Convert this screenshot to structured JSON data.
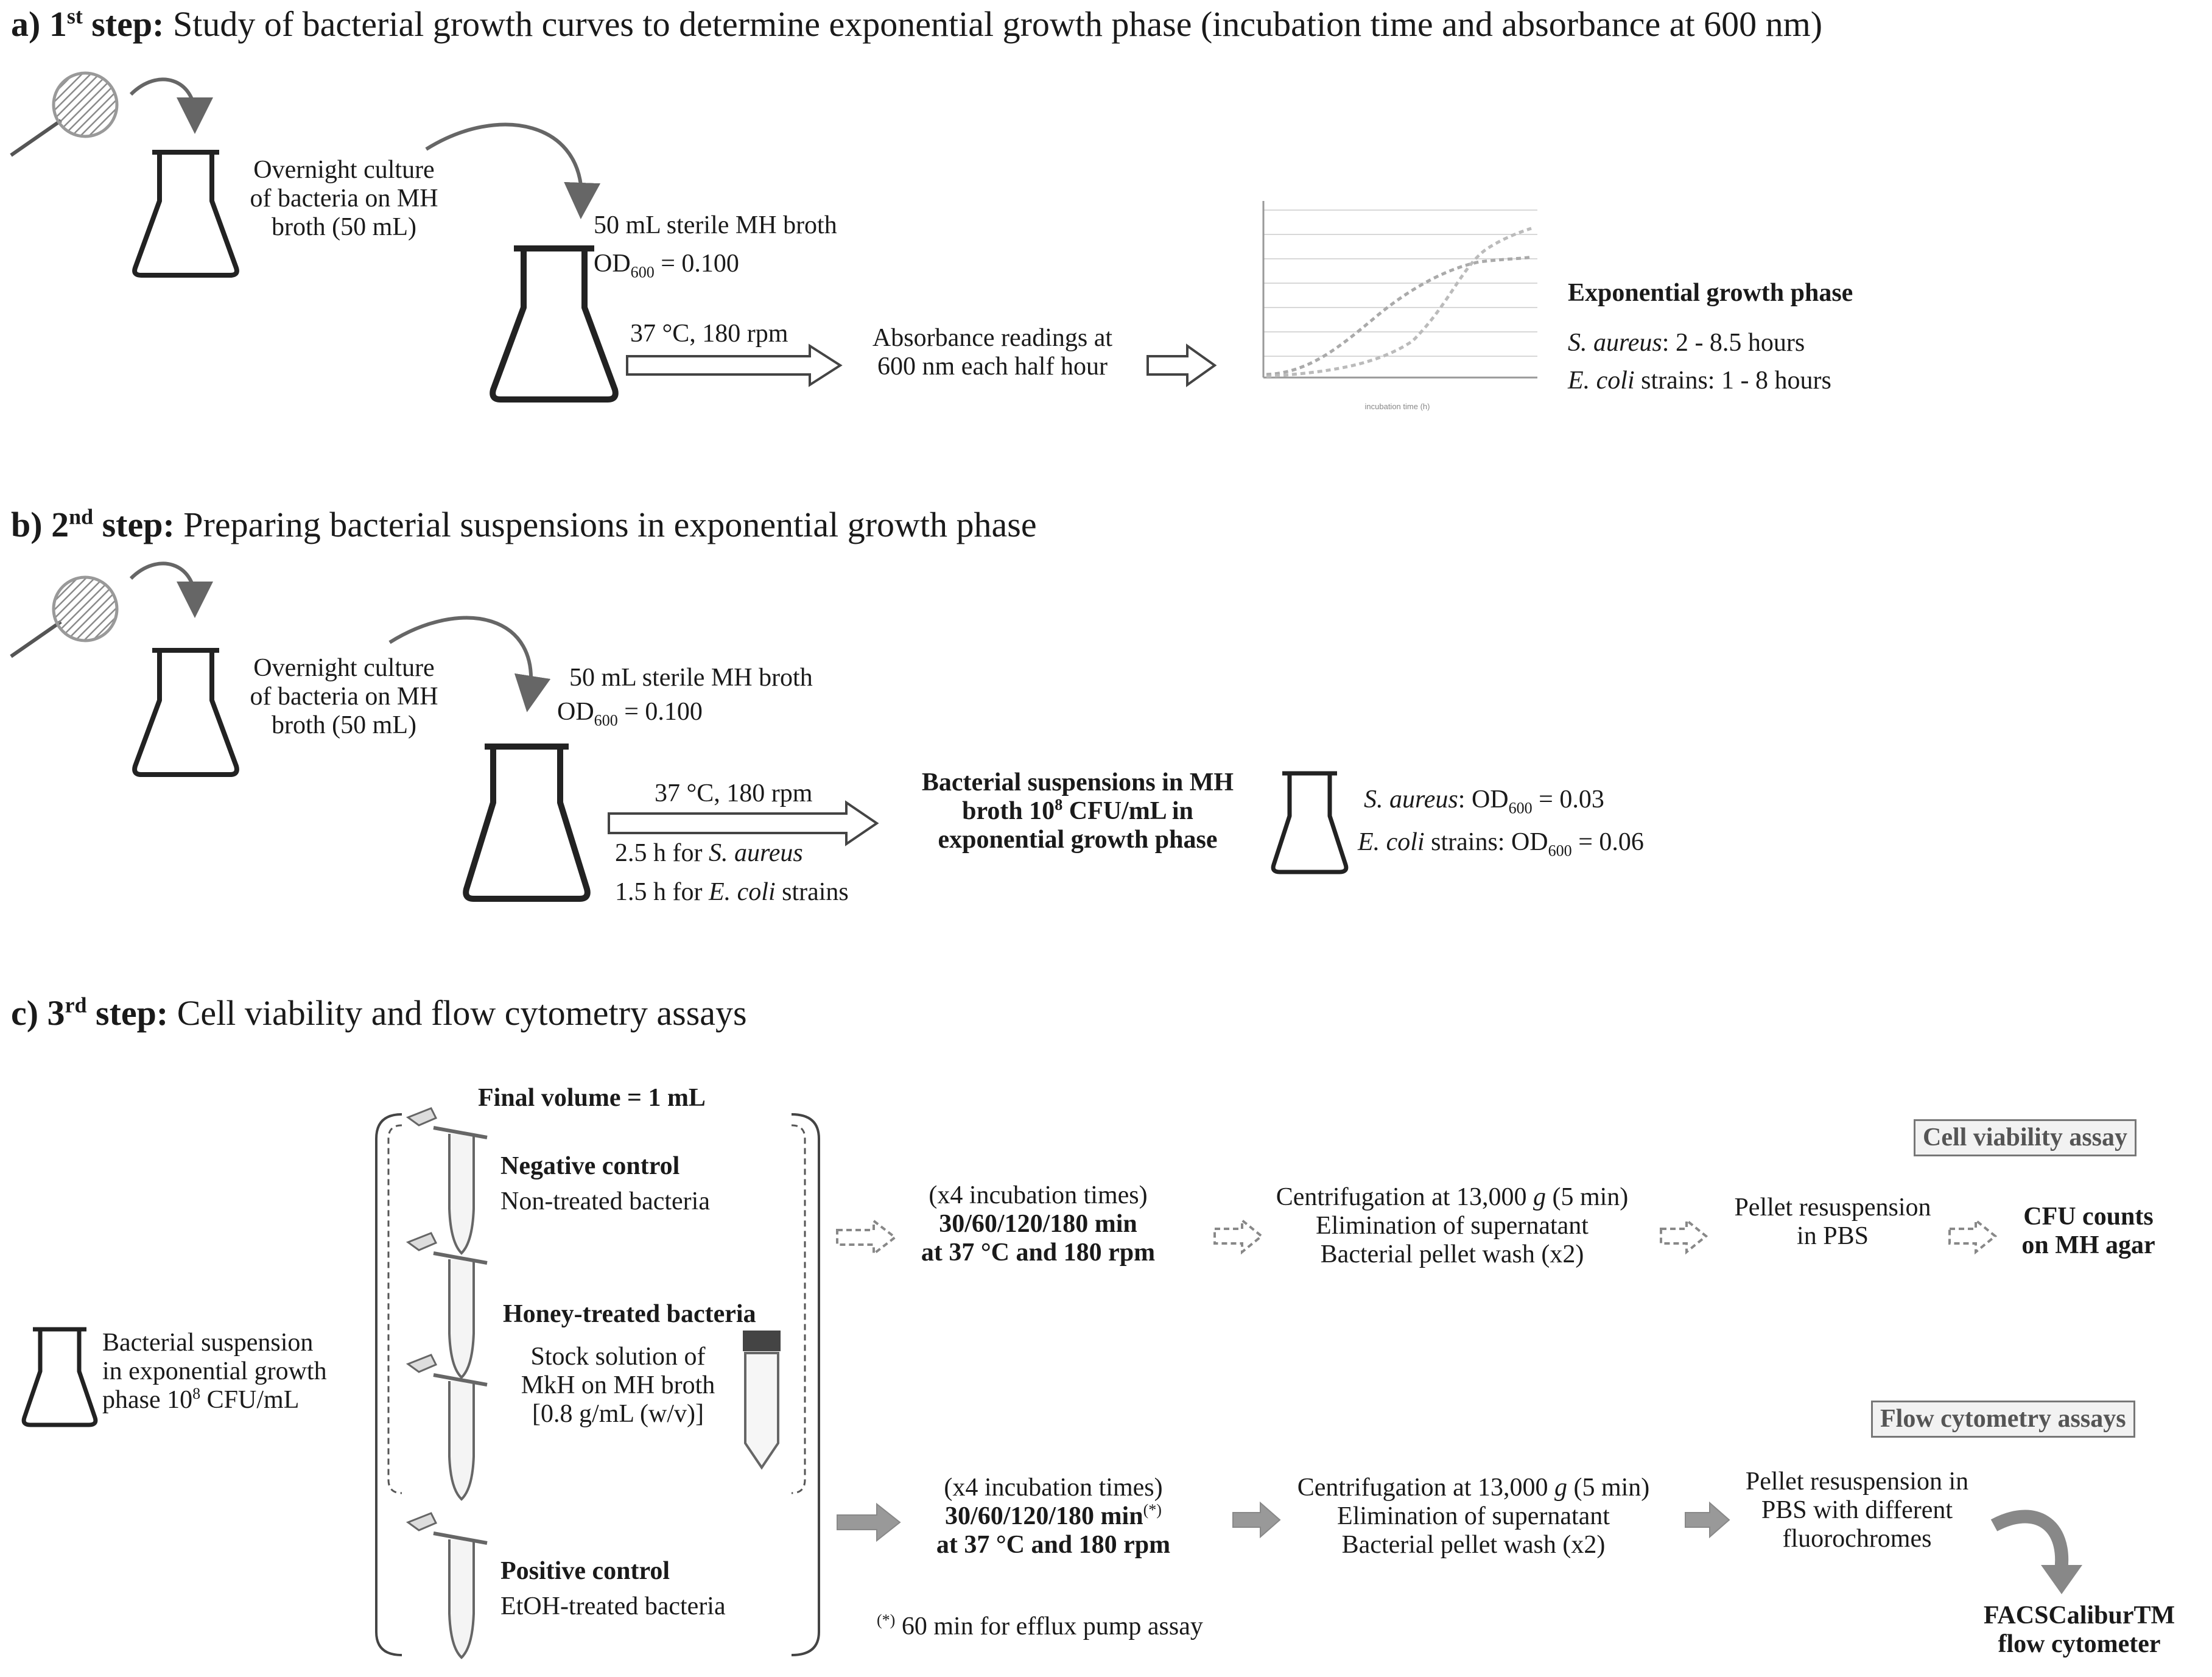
{
  "step_a": {
    "prefix": "a) 1",
    "sup": "st",
    "bold_tail": " step:",
    "rest": " Study of bacterial growth curves to determine exponential growth phase (incubation time and absorbance at 600 nm)",
    "overnight": [
      "Overnight culture",
      "of bacteria on MH",
      "broth (50 mL)"
    ],
    "sterile": "50 mL sterile MH broth",
    "od_pre": "OD",
    "od_sub": "600",
    "od_val": " = 0.100",
    "cond": "37 °C, 180 rpm",
    "readings": [
      "Absorbance readings at",
      "600 nm each half hour"
    ],
    "exp_title": "Exponential growth phase",
    "exp_sa_species": "S. aureus",
    "exp_sa_rest": ": 2 - 8.5 hours",
    "exp_ec_species": "E. coli",
    "exp_ec_rest": " strains: 1 - 8 hours"
  },
  "step_b": {
    "prefix": "b) 2",
    "sup": "nd",
    "bold_tail": " step:",
    "rest": " Preparing bacterial suspensions in exponential growth phase",
    "overnight": [
      "Overnight culture",
      "of bacteria on MH",
      "broth (50 mL)"
    ],
    "sterile": "50 mL sterile MH broth",
    "od_pre": "OD",
    "od_sub": "600",
    "od_val": " = 0.100",
    "cond": "37 °C, 180 rpm",
    "time_sa_pre": "2.5 h for ",
    "time_sa_species": "S. aureus",
    "time_ec_pre": "1.5 h for ",
    "time_ec_species": "E. coli",
    "time_ec_post": " strains",
    "susp1": "Bacterial suspensions in MH",
    "susp2_pre": "broth 10",
    "susp2_sup": "8",
    "susp2_post": " CFU/mL in",
    "susp3": "exponential growth phase",
    "sa_species": "S. aureus",
    "sa_pre": ": OD",
    "sa_sub": "600",
    "sa_val": " = 0.03",
    "ec_species": "E. coli",
    "ec_pre": " strains: OD",
    "ec_sub": "600",
    "ec_val": " = 0.06"
  },
  "step_c": {
    "prefix": "c) 3",
    "sup": "rd",
    "bold_tail": " step:",
    "rest": " Cell viability  and flow  cytometry  assays",
    "final_volume": "Final volume = 1 mL",
    "susp": [
      "Bacterial suspension",
      "in exponential growth"
    ],
    "susp3_pre": "phase 10",
    "susp3_sup": "8",
    "susp3_post": " CFU/mL",
    "neg_title": "Negative control",
    "neg_sub": "Non-treated bacteria",
    "honey_title": "Honey-treated bacteria",
    "stock": [
      "Stock solution of",
      "MkH on MH broth",
      "[0.8 g/mL (w/v)]"
    ],
    "pos_title": "Positive control",
    "pos_sub": "EtOH-treated bacteria",
    "viab_box": "Cell viability assay",
    "flow_box": "Flow cytometry assays",
    "v_inc1": "(x4 incubation times)",
    "v_inc2": "30/60/120/180 min",
    "v_inc3": "at 37 °C and 180 rpm",
    "v_cent1_pre": "Centrifugation at 13,000 ",
    "v_cent1_g": "g",
    "v_cent1_post": " (5 min)",
    "v_cent2": "Elimination of supernatant",
    "v_cent3": "Bacterial pellet wash (x2)",
    "v_pellet": [
      "Pellet resuspension",
      "in PBS"
    ],
    "v_cfu": [
      "CFU counts",
      "on MH agar"
    ],
    "f_inc1": "(x4 incubation times)",
    "f_inc2": "30/60/120/180 min",
    "f_inc2_sup": "(*)",
    "f_inc3": "at 37 °C and 180 rpm",
    "f_note_sup": "(*)",
    "f_note": " 60 min for efflux pump assay",
    "f_cent1_pre": "Centrifugation at 13,000 ",
    "f_cent1_g": "g",
    "f_cent1_post": " (5 min)",
    "f_cent2": "Elimination of supernatant",
    "f_cent3": "Bacterial pellet wash (x2)",
    "f_pellet": [
      "Pellet resuspension in",
      "PBS with different",
      "fluorochromes"
    ],
    "facs": [
      "FACSCaliburTM",
      "flow cytometer"
    ]
  }
}
